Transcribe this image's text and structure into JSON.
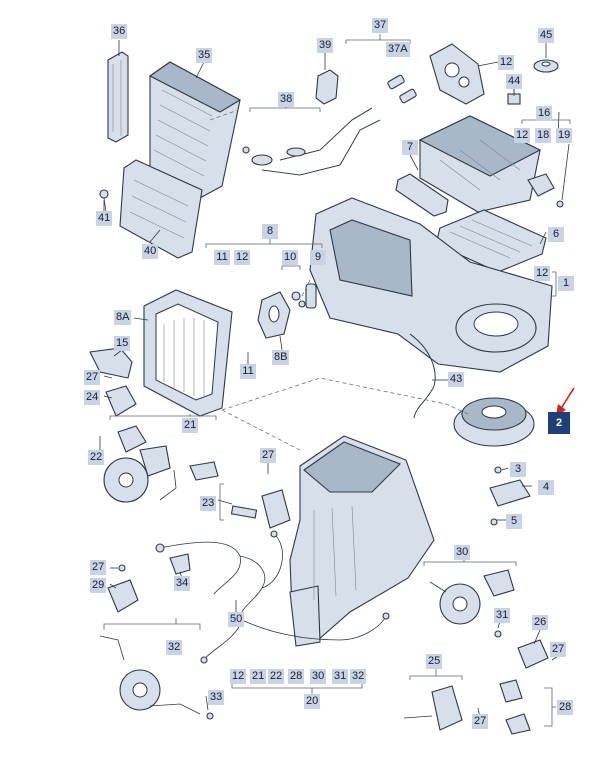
{
  "callouts": {
    "c36": "36",
    "c35": "35",
    "c37": "37",
    "c39": "39",
    "c37a": "37A",
    "c12a": "12",
    "c45": "45",
    "c44": "44",
    "c38": "38",
    "c16": "16",
    "c12b": "12",
    "c18": "18",
    "c19": "19",
    "c7": "7",
    "c41": "41",
    "c40": "40",
    "c6": "6",
    "c8": "8",
    "c11a": "11",
    "c12c": "12",
    "c10": "10",
    "c9": "9",
    "c12d": "12",
    "c1": "1",
    "c8a": "8A",
    "c15": "15",
    "c8b": "8B",
    "c11b": "11",
    "c43": "43",
    "c27a": "27",
    "c24": "24",
    "c2": "2",
    "c21": "21",
    "c22": "22",
    "c3": "3",
    "c4": "4",
    "c27b": "27",
    "c23": "23",
    "c5": "5",
    "c30": "30",
    "c27c": "27",
    "c29": "29",
    "c34": "34",
    "c50": "50",
    "c31": "31",
    "c26": "26",
    "c27d": "27",
    "c32": "32",
    "c25": "25",
    "c12e": "12",
    "c21b": "21",
    "c22b": "22",
    "c28a": "28",
    "c30b": "30",
    "c31b": "31",
    "c32b": "32",
    "c20": "20",
    "c33": "33",
    "c27e": "27",
    "c28b": "28"
  }
}
